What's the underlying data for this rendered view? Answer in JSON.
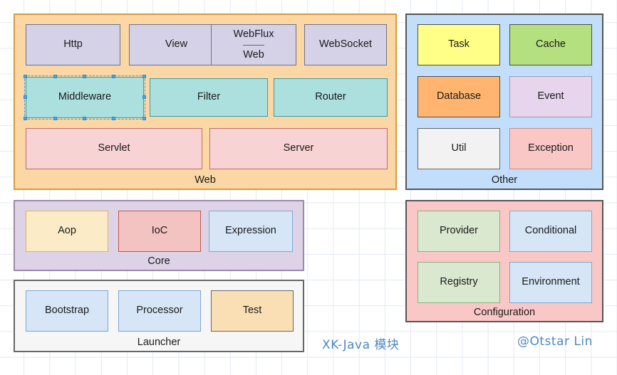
{
  "diagram": {
    "title": "XK-Java 模块",
    "author": "@Otstar Lin",
    "accent_color": "#4d88c4",
    "background": "#ffffff",
    "grid_color": "#e3e9f0"
  },
  "groups": [
    {
      "id": "web",
      "label": "Web",
      "fill": "#fbd7a5",
      "stroke": "#d79b3e",
      "nodes": [
        {
          "id": "http",
          "label": "Http",
          "fill": "#d5d2e8",
          "stroke": "#70707e"
        },
        {
          "id": "view",
          "label": "View",
          "fill": "#d5d2e8",
          "stroke": "#70707e"
        },
        {
          "id": "webflux",
          "label": "WebFlux",
          "fill": "#d5d2e8",
          "stroke": "#70707e",
          "sublabel": "Web"
        },
        {
          "id": "websocket",
          "label": "WebSocket",
          "fill": "#d5d2e8",
          "stroke": "#70707e"
        },
        {
          "id": "middleware",
          "label": "Middleware",
          "fill": "#ace0df",
          "stroke": "#3f9c9a",
          "selected": true
        },
        {
          "id": "filter",
          "label": "Filter",
          "fill": "#ace0df",
          "stroke": "#3f9c9a"
        },
        {
          "id": "router",
          "label": "Router",
          "fill": "#ace0df",
          "stroke": "#3f9c9a"
        },
        {
          "id": "servlet",
          "label": "Servlet",
          "fill": "#f7d3d3",
          "stroke": "#c06a6a"
        },
        {
          "id": "server",
          "label": "Server",
          "fill": "#f7d3d3",
          "stroke": "#c06a6a"
        }
      ]
    },
    {
      "id": "other",
      "label": "Other",
      "fill": "#c3defb",
      "stroke": "#555555",
      "nodes": [
        {
          "id": "task",
          "label": "Task",
          "fill": "#ffff88",
          "stroke": "#4d4d4d"
        },
        {
          "id": "cache",
          "label": "Cache",
          "fill": "#b5e07f",
          "stroke": "#4d4d4d"
        },
        {
          "id": "database",
          "label": "Database",
          "fill": "#ffb570",
          "stroke": "#4d4d4d"
        },
        {
          "id": "event",
          "label": "Event",
          "fill": "#e6d5ec",
          "stroke": "#9b9bb0"
        },
        {
          "id": "util",
          "label": "Util",
          "fill": "#f2f2f2",
          "stroke": "#666666"
        },
        {
          "id": "exception",
          "label": "Exception",
          "fill": "#fac7c7",
          "stroke": "#c88b8b"
        }
      ]
    },
    {
      "id": "core",
      "label": "Core",
      "fill": "#ded2e6",
      "stroke": "#9b8aaa",
      "nodes": [
        {
          "id": "aop",
          "label": "Aop",
          "fill": "#fbecc7",
          "stroke": "#d9b75e"
        },
        {
          "id": "ioc",
          "label": "IoC",
          "fill": "#f2c3c0",
          "stroke": "#c0554f"
        },
        {
          "id": "expression",
          "label": "Expression",
          "fill": "#d6e6f7",
          "stroke": "#7da7cf"
        }
      ]
    },
    {
      "id": "launcher",
      "label": "Launcher",
      "fill": "#f6f6f6",
      "stroke": "#666666",
      "nodes": [
        {
          "id": "bootstrap",
          "label": "Bootstrap",
          "fill": "#d6e6f7",
          "stroke": "#7da7cf"
        },
        {
          "id": "processor",
          "label": "Processor",
          "fill": "#d6e6f7",
          "stroke": "#7da7cf"
        },
        {
          "id": "test",
          "label": "Test",
          "fill": "#fbdfb4",
          "stroke": "#e0a councilor"
        }
      ]
    },
    {
      "id": "configuration",
      "label": "Configuration",
      "fill": "#fac7c7",
      "stroke": "#555555",
      "nodes": [
        {
          "id": "provider",
          "label": "Provider",
          "fill": "#d9e8cf",
          "stroke": "#8fae7c"
        },
        {
          "id": "conditional",
          "label": "Conditional",
          "fill": "#d6e6f7",
          "stroke": "#7da7cf"
        },
        {
          "id": "registry",
          "label": "Registry",
          "fill": "#d9e8cf",
          "stroke": "#8fae7c"
        },
        {
          "id": "environment",
          "label": "Environment",
          "fill": "#d6e6f7",
          "stroke": "#7da7cf"
        }
      ]
    }
  ]
}
